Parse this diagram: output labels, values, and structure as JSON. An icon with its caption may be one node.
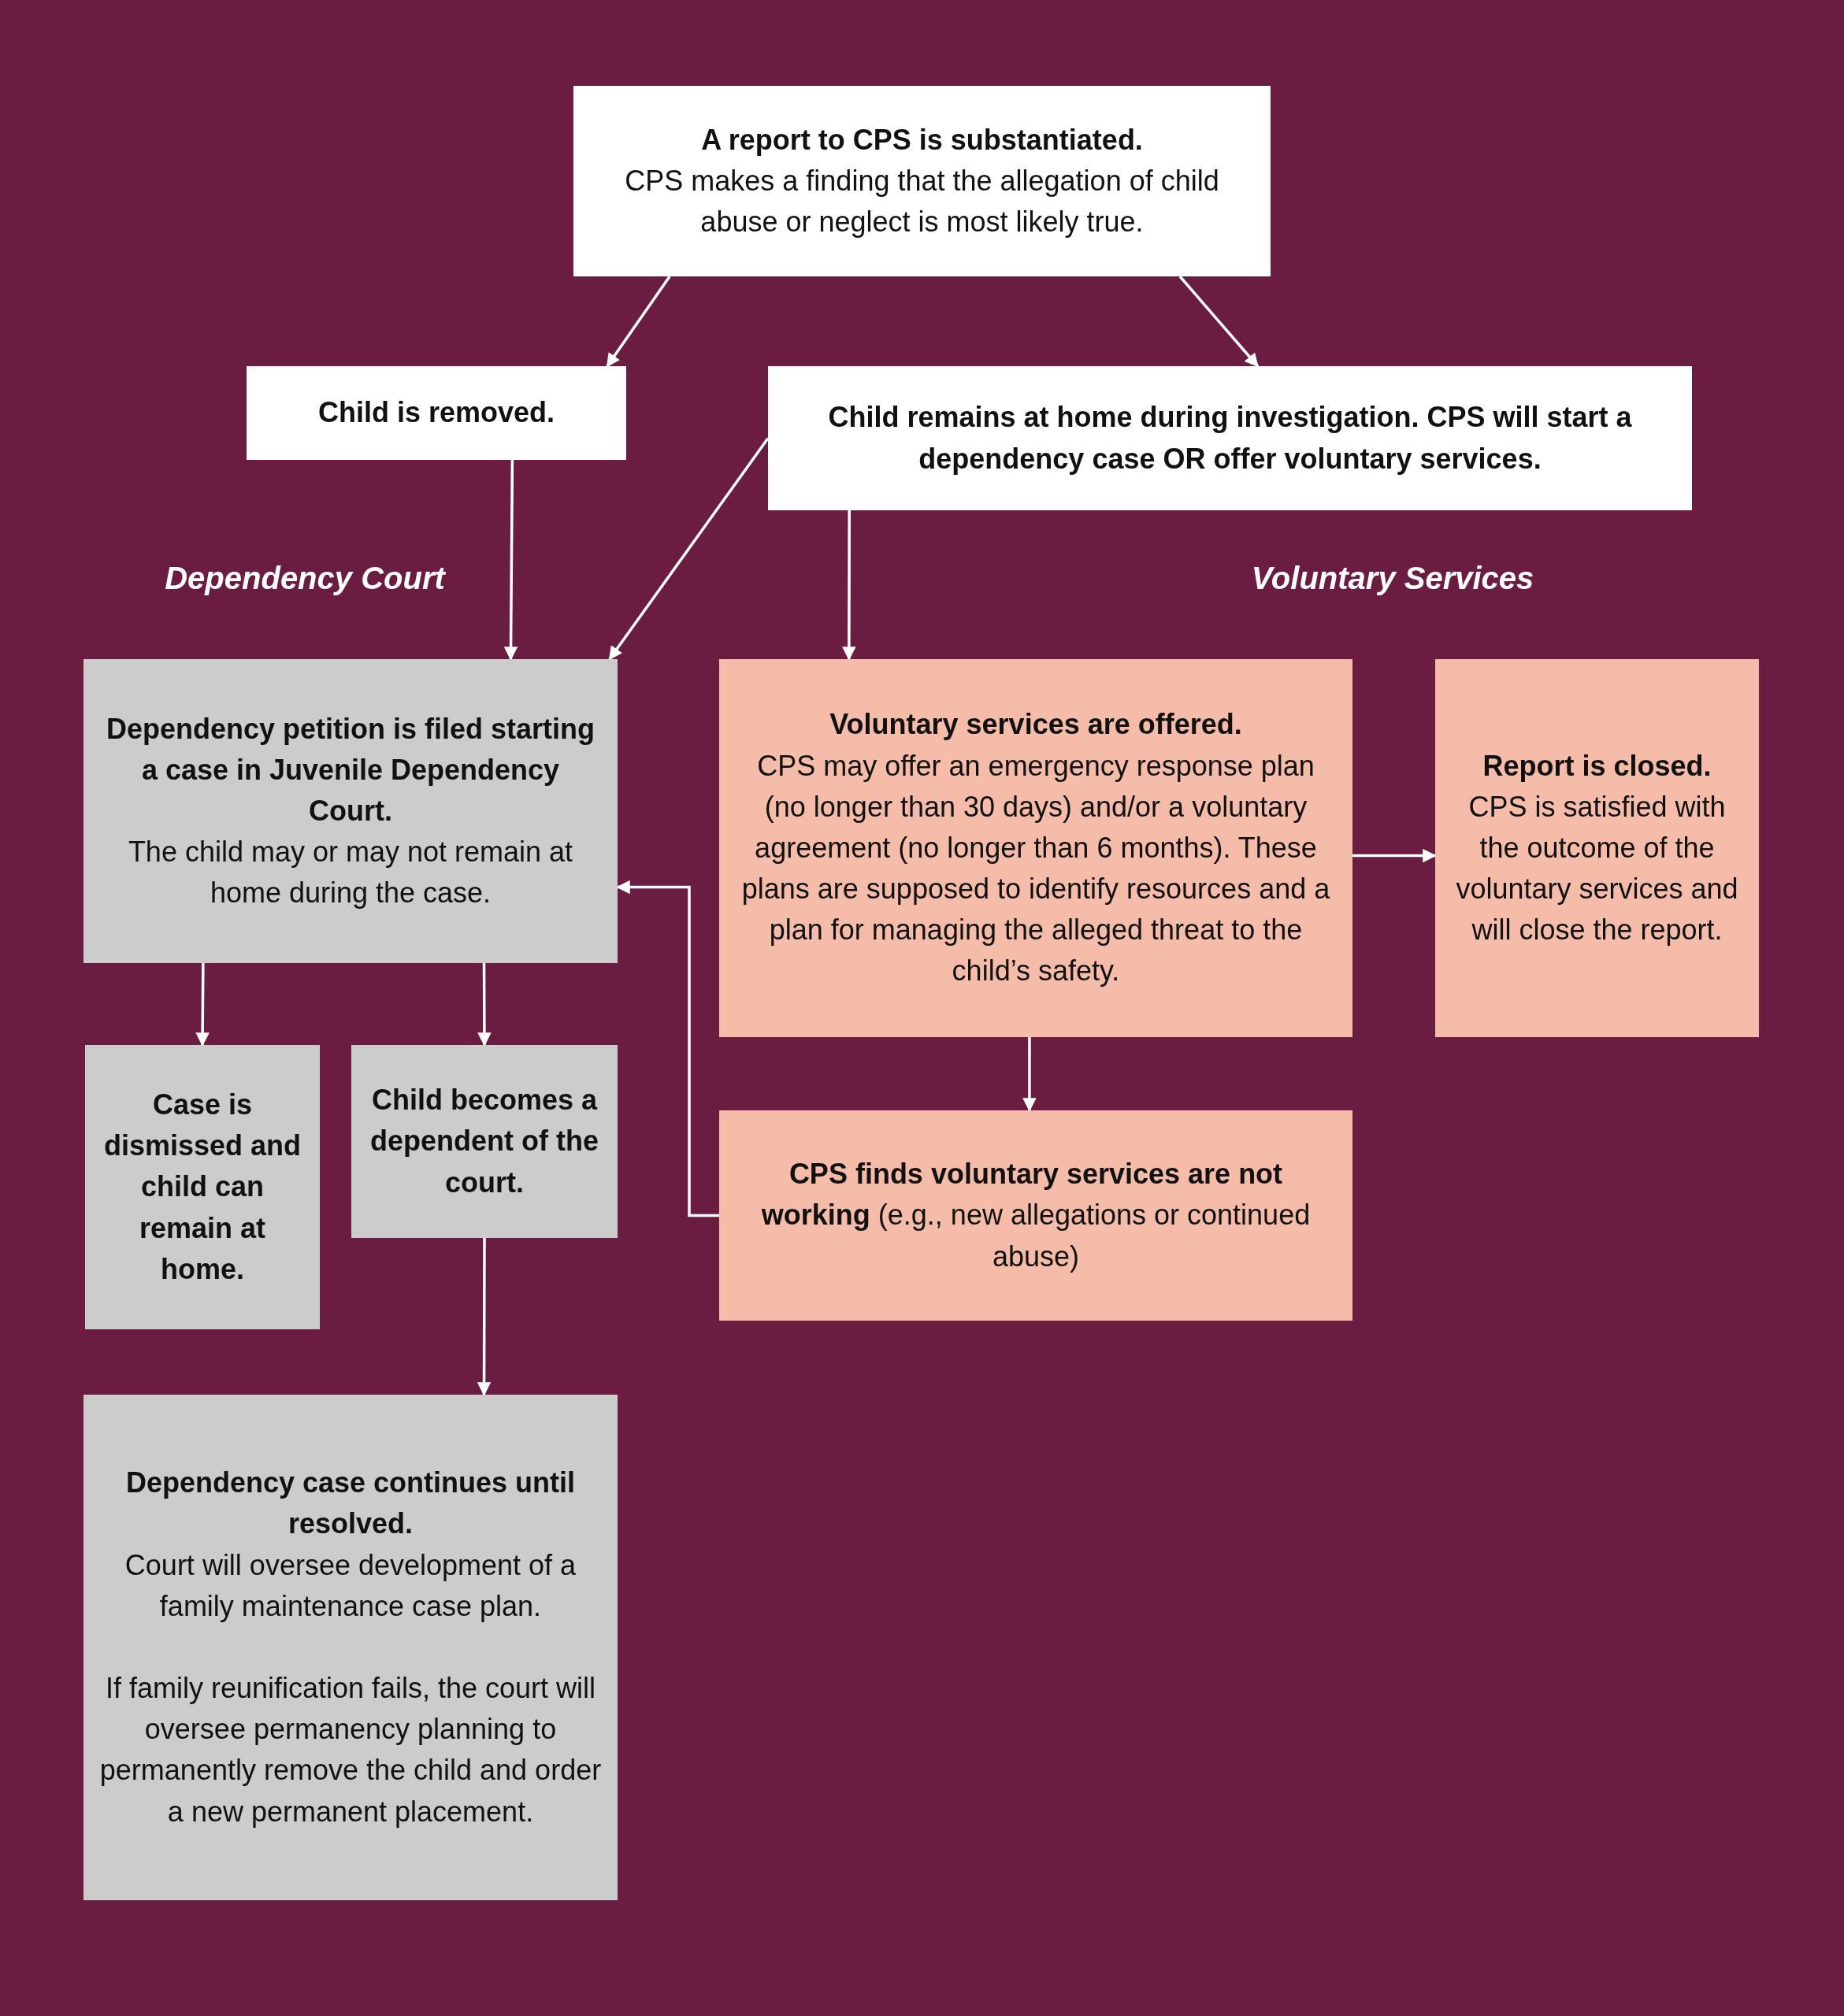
{
  "diagram": {
    "nodes": [
      {
        "text": [
          "A report to CPS is substantiated.",
          "CPS makes a finding that the allegation of child abuse or neglect is most likely true."
        ]
      },
      {
        "text": [
          "Child is removed."
        ]
      },
      {
        "text": [
          "Child remains at home during investigation. CPS will start a dependency case OR offer voluntary services."
        ]
      },
      {
        "text": [
          "Dependency petition is filed starting a case in Juvenile Dependency Court.",
          "The child may or may not remain at home during the case."
        ]
      },
      {
        "text": [
          "Voluntary services are offered.",
          "CPS may offer an emergency response plan (no longer than 30 days) and/or a voluntary agreement (no longer than 6 months). These plans are supposed to identify resources and a plan for managing the alleged threat to the child’s safety."
        ]
      },
      {
        "text": [
          "Report is closed.",
          "CPS is satisfied with the outcome of the voluntary services and will close the report."
        ]
      },
      {
        "text": [
          "Case is dismissed and child can remain at home."
        ]
      },
      {
        "text": [
          "Child becomes a dependent of the court."
        ]
      },
      {
        "text": [
          "**CPS finds voluntary services are not working** (e.g., new allegations or continued abuse)"
        ]
      },
      {
        "text": [
          "Dependency case continues until resolved.",
          "Court will oversee development of a family maintenance case plan.",
          "If family reunification fails, the court will oversee permanency planning to permanently remove the child and order a new permanent placement."
        ]
      }
    ],
    "edges": [
      {
        "from": 0,
        "to": 1,
        "arrow": "to"
      },
      {
        "from": 0,
        "to": 2,
        "arrow": "to"
      },
      {
        "from": 1,
        "to": 3,
        "arrow": "to"
      },
      {
        "from": 2,
        "to": 3,
        "arrow": "to"
      },
      {
        "from": 2,
        "to": 4,
        "arrow": "to"
      },
      {
        "from": 4,
        "to": 5,
        "arrow": "to"
      },
      {
        "from": 3,
        "to": 6,
        "arrow": "to"
      },
      {
        "from": 3,
        "to": 7,
        "arrow": "to"
      },
      {
        "from": 4,
        "to": 8,
        "arrow": "to"
      },
      {
        "from": 8,
        "to": 3,
        "arrow": "to"
      },
      {
        "from": 7,
        "to": 9,
        "arrow": "to"
      }
    ],
    "labels": [
      "Dependency Court",
      "Voluntary Services"
    ]
  }
}
